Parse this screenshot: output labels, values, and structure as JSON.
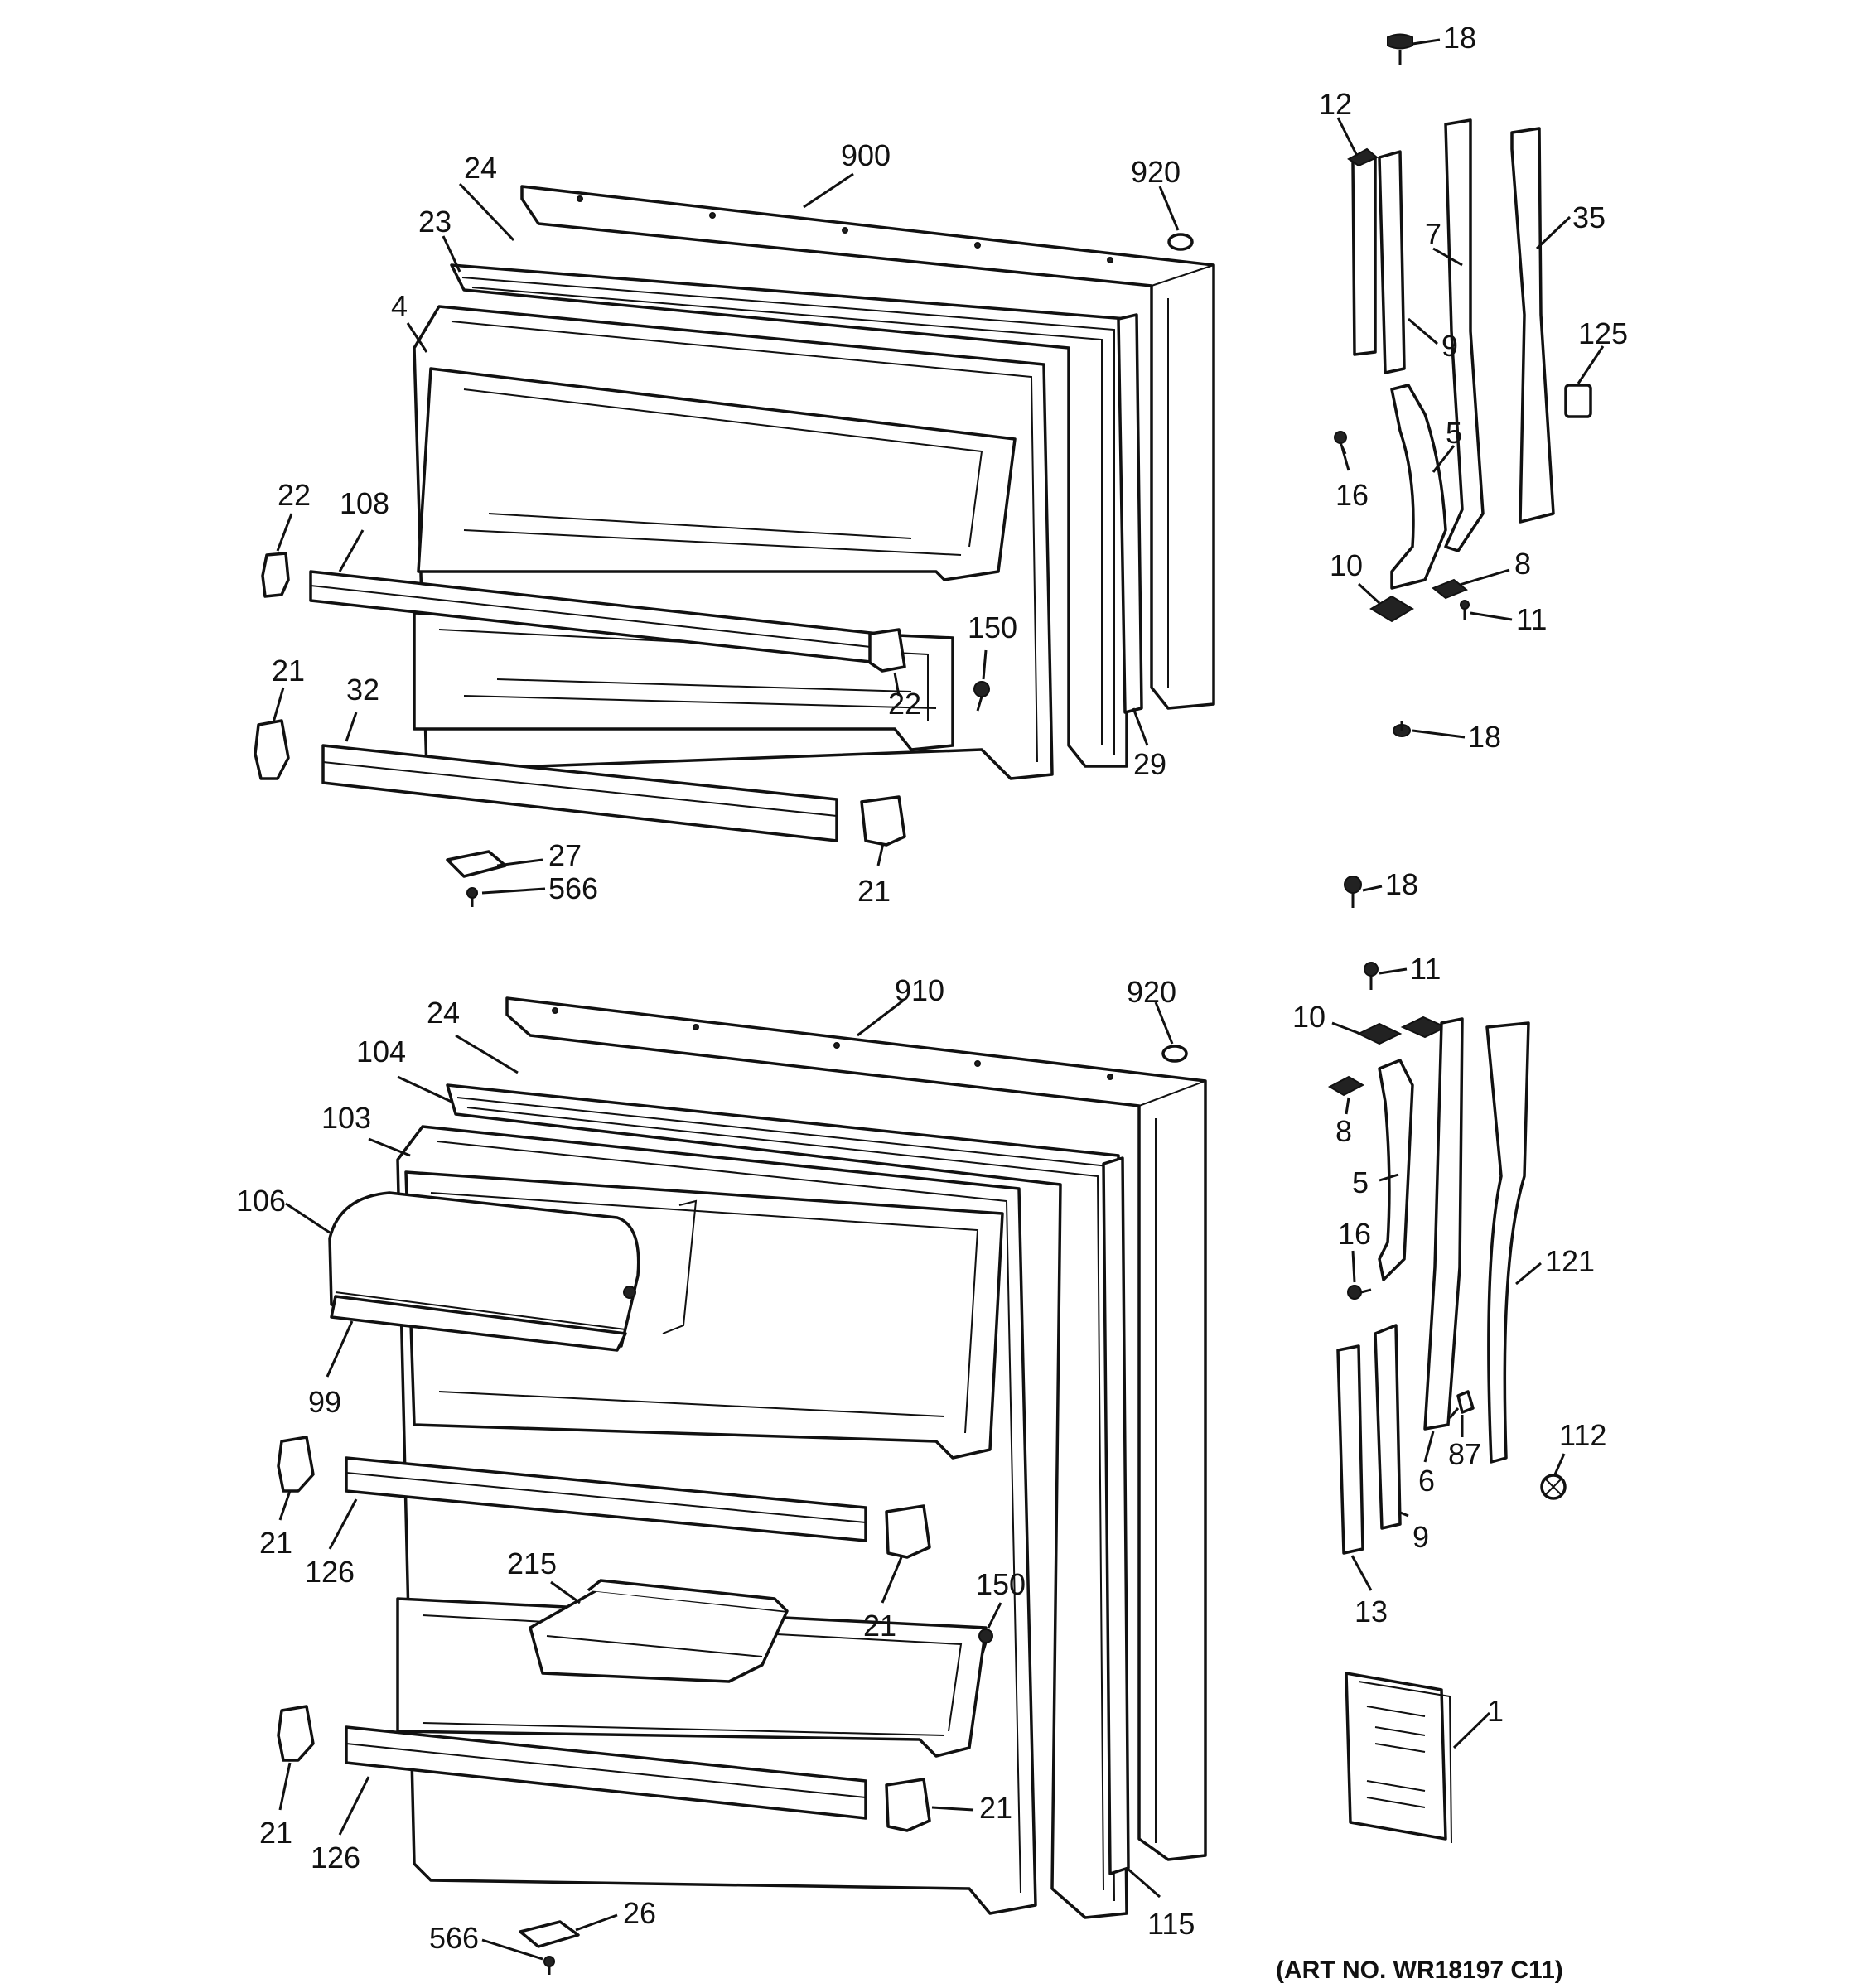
{
  "diagram": {
    "art_number": "(ART NO. WR18197 C11)",
    "freezer_door_callouts": [
      "900",
      "920",
      "24",
      "23",
      "4",
      "22",
      "108",
      "150",
      "22",
      "21",
      "32",
      "29",
      "27",
      "566",
      "21"
    ],
    "fresh_food_door_callouts": [
      "910",
      "920",
      "24",
      "104",
      "103",
      "106",
      "99",
      "21",
      "126",
      "150",
      "215",
      "21",
      "21",
      "126",
      "115",
      "26",
      "566"
    ],
    "upper_hinge_callouts": [
      "18",
      "12",
      "7",
      "35",
      "9",
      "125",
      "16",
      "5",
      "10",
      "8",
      "11",
      "18"
    ],
    "lower_hinge_callouts": [
      "18",
      "11",
      "10",
      "8",
      "5",
      "16",
      "121",
      "87",
      "6",
      "112",
      "9",
      "13",
      "1"
    ]
  }
}
